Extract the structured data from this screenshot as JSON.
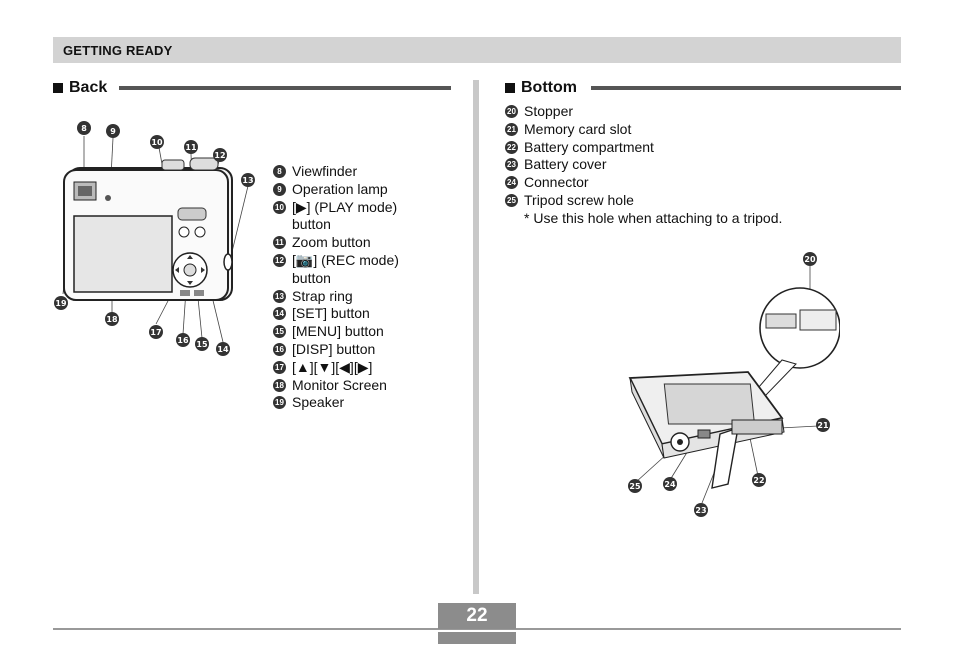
{
  "header": {
    "title": "GETTING READY"
  },
  "back": {
    "heading": "Back",
    "items": [
      {
        "num": "8",
        "text": "Viewfinder"
      },
      {
        "num": "9",
        "text": "Operation lamp"
      },
      {
        "num": "10",
        "text": "[▶] (PLAY mode)",
        "cont": "button"
      },
      {
        "num": "11",
        "text": "Zoom button"
      },
      {
        "num": "12",
        "text": "[📷] (REC mode)",
        "cont": "button"
      },
      {
        "num": "13",
        "text": "Strap ring"
      },
      {
        "num": "14",
        "text": "[SET] button"
      },
      {
        "num": "15",
        "text": "[MENU] button"
      },
      {
        "num": "16",
        "text": "[DISP] button"
      },
      {
        "num": "17",
        "text": "[▲][▼][◀][▶]"
      },
      {
        "num": "18",
        "text": "Monitor Screen"
      },
      {
        "num": "19",
        "text": "Speaker"
      }
    ]
  },
  "bottom": {
    "heading": "Bottom",
    "items": [
      {
        "num": "20",
        "text": "Stopper"
      },
      {
        "num": "21",
        "text": "Memory card slot"
      },
      {
        "num": "22",
        "text": "Battery compartment"
      },
      {
        "num": "23",
        "text": "Battery cover"
      },
      {
        "num": "24",
        "text": "Connector"
      },
      {
        "num": "25",
        "text": "Tripod screw hole"
      }
    ],
    "note": "* Use this hole when attaching to a tripod."
  },
  "figure_callouts": {
    "back": [
      "8",
      "9",
      "10",
      "11",
      "12",
      "13",
      "19",
      "18",
      "17",
      "16",
      "15",
      "14"
    ],
    "bottom": [
      "20",
      "21",
      "22",
      "23",
      "24",
      "25"
    ]
  },
  "page_number": "22"
}
